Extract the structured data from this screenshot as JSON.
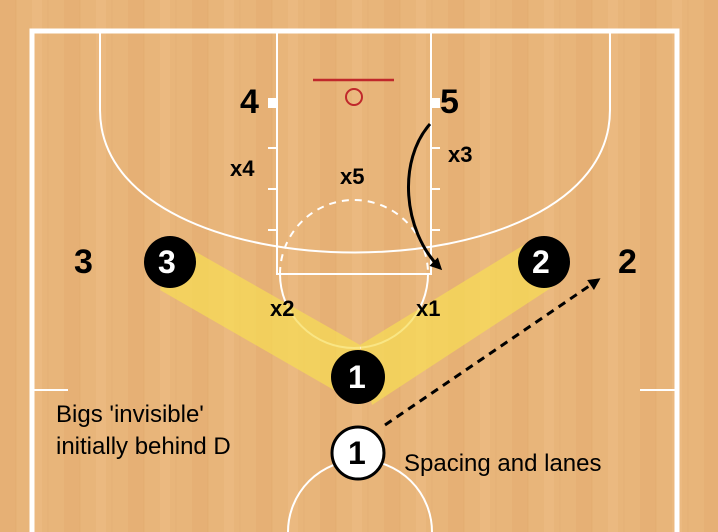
{
  "court": {
    "floor_color": "#e8b57a",
    "line_color": "#ffffff",
    "rim_color": "#c0282b",
    "highlight_color": "#f7dc55"
  },
  "players": {
    "p1_ball": "1",
    "p1_open": "1",
    "p2_circle": "2",
    "p3_circle": "3",
    "p2_spot": "2",
    "p3_spot": "3",
    "p4": "4",
    "p5": "5"
  },
  "defenders": {
    "x1": "x1",
    "x2": "x2",
    "x3": "x3",
    "x4": "x4",
    "x5": "x5"
  },
  "annotations": {
    "bigs_line1": "Bigs 'invisible'",
    "bigs_line2": "initially behind D",
    "spacing": "Spacing and lanes"
  }
}
